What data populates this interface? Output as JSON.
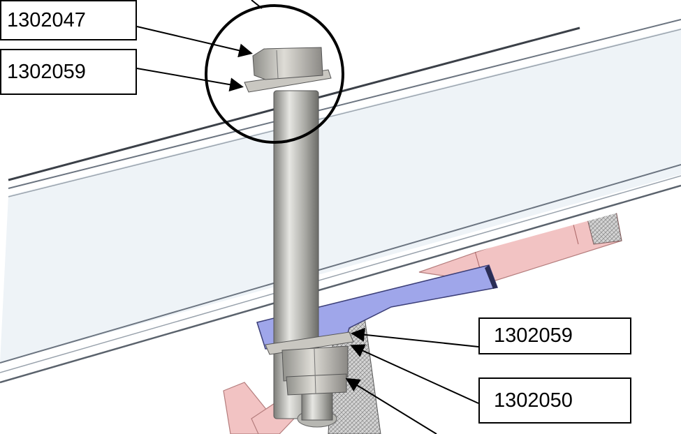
{
  "diagram": {
    "callouts": [
      {
        "id": "c1",
        "label": "1302047"
      },
      {
        "id": "c2",
        "label": "1302059"
      },
      {
        "id": "c3",
        "label": "1302059"
      },
      {
        "id": "c4",
        "label": "1302050"
      }
    ]
  },
  "colors": {
    "beam_face": "#eef3f7",
    "beam_edge": "#6b7480",
    "bracket_blue": "#9fa6ea",
    "bracket_pink": "#f2c3c3",
    "hatch_gray": "#b9b9b9",
    "bolt_steel": "#b7b7b2",
    "leader_line": "#000000"
  }
}
